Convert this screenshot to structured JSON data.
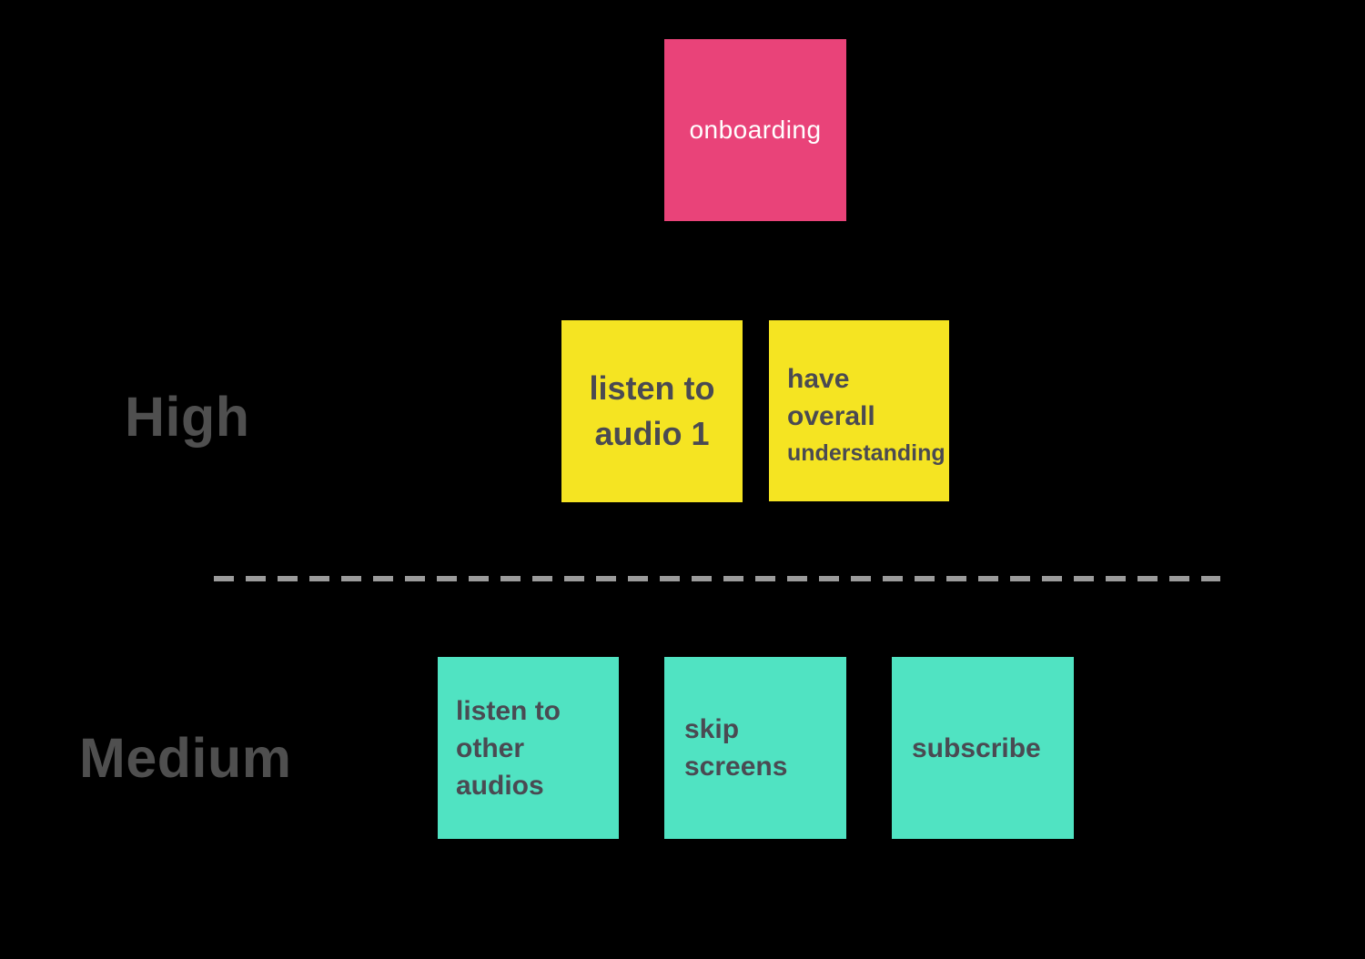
{
  "colors": {
    "background": "#000000",
    "note-pink": "#E94379",
    "note-yellow": "#F5E422",
    "note-teal": "#50E3C2",
    "note-text": "#4A4A52",
    "note-text-light": "#FFFFFF",
    "row-label": "#4F4F4F",
    "divider": "#9B9B9B"
  },
  "rows": {
    "high": {
      "label": "High"
    },
    "medium": {
      "label": "Medium"
    }
  },
  "notes": {
    "onboarding": {
      "text": "onboarding"
    },
    "listen_audio_1": {
      "lines": [
        "listen to",
        "audio 1"
      ]
    },
    "have_overall_understanding": {
      "lines": [
        "have",
        "overall",
        "understanding"
      ]
    },
    "listen_other_audios": {
      "lines": [
        "listen to",
        "other",
        "audios"
      ]
    },
    "skip_screens": {
      "lines": [
        "skip",
        "screens"
      ]
    },
    "subscribe": {
      "text": "subscribe"
    }
  }
}
